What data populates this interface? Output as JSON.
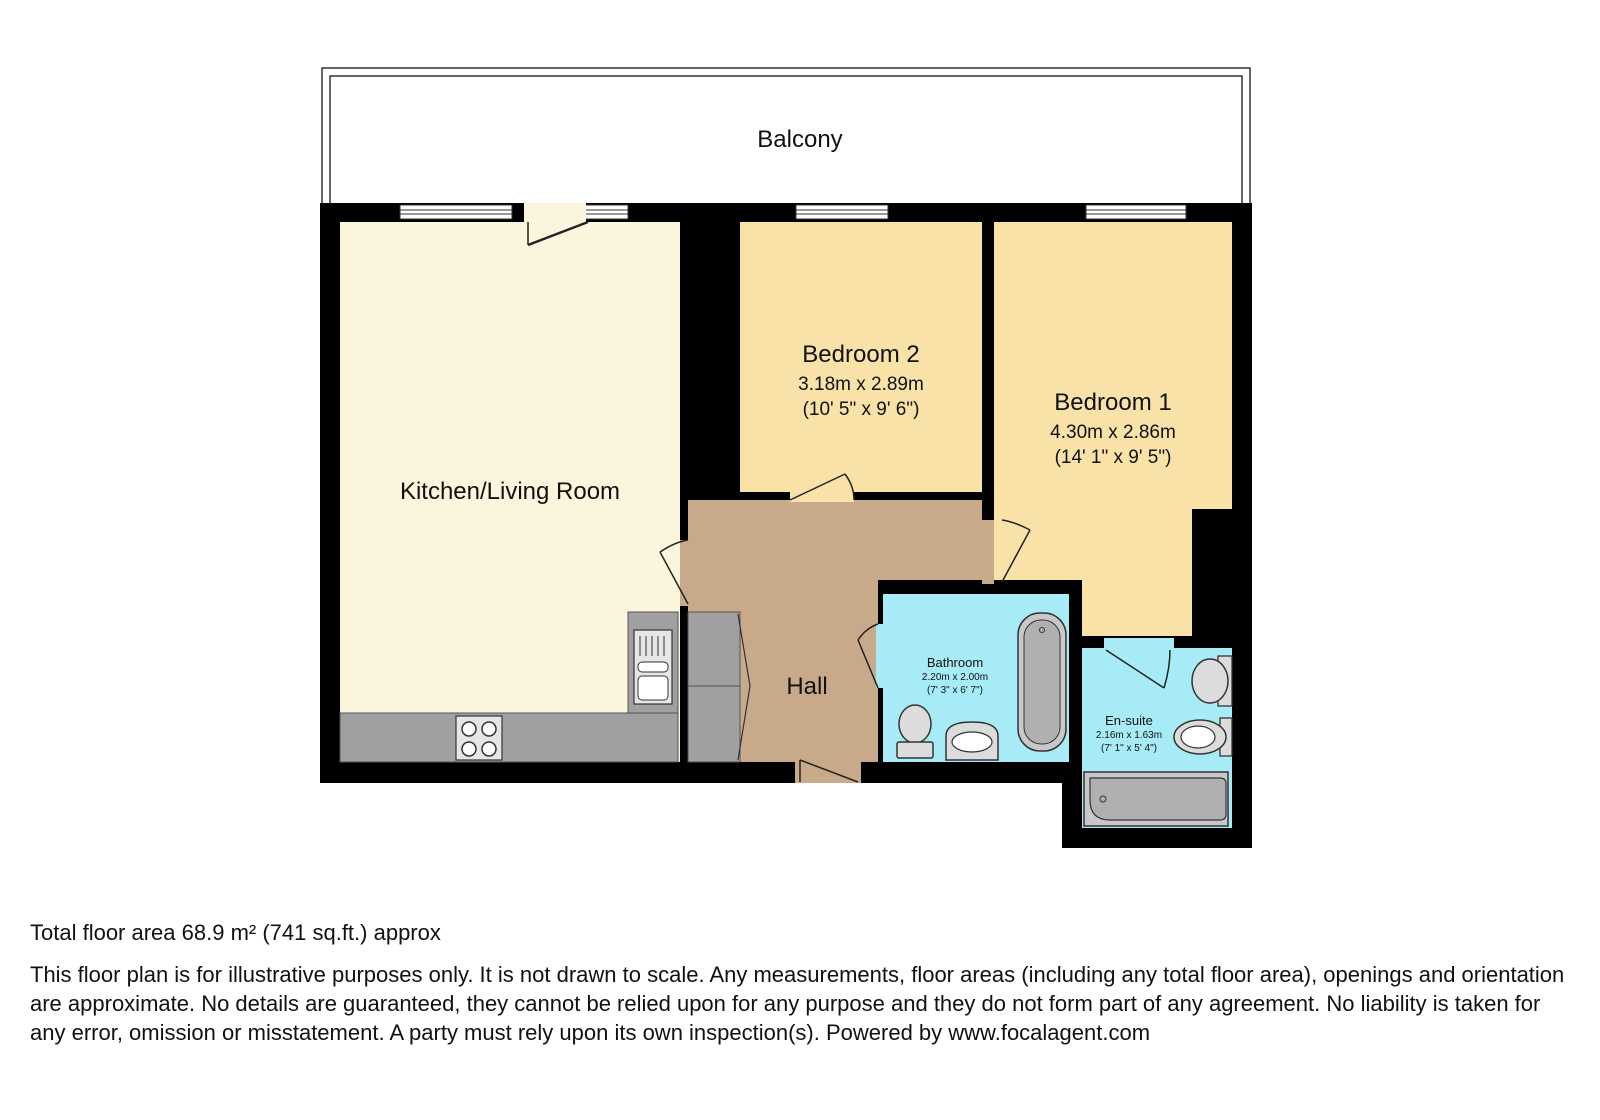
{
  "plan": {
    "colors": {
      "wall": "#000000",
      "kitchen_living": "#faf5dc",
      "bedroom": "#f8e2a8",
      "hall": "#c8aa8a",
      "bathroom": "#a6ebf5",
      "counter": "#a0a0a0",
      "balcony": "#ffffff"
    },
    "rooms": {
      "balcony": {
        "name": "Balcony"
      },
      "kitchen_living": {
        "name": "Kitchen/Living Room"
      },
      "bedroom2": {
        "name": "Bedroom 2",
        "metric": "3.18m x 2.89m",
        "imperial": "(10' 5\" x 9' 6\")"
      },
      "bedroom1": {
        "name": "Bedroom 1",
        "metric": "4.30m x 2.86m",
        "imperial": "(14' 1\" x 9' 5\")"
      },
      "hall": {
        "name": "Hall"
      },
      "bathroom": {
        "name": "Bathroom",
        "metric": "2.20m x 2.00m",
        "imperial": "(7' 3\" x 6' 7\")"
      },
      "ensuite": {
        "name": "En-suite",
        "metric": "2.16m x 1.63m",
        "imperial": "(7' 1\" x 5' 4\")"
      }
    }
  },
  "footer": {
    "total_area": "Total floor area 68.9 m² (741 sq.ft.) approx",
    "disclaimer": "This floor plan is for illustrative purposes only. It is not drawn to scale. Any measurements, floor areas (including any total floor area), openings and orientation are approximate. No details are guaranteed, they cannot be relied upon for any purpose and they do not form part of any agreement. No liability is taken for any error, omission or misstatement. A party must rely upon its own inspection(s). Powered by www.focalagent.com"
  }
}
